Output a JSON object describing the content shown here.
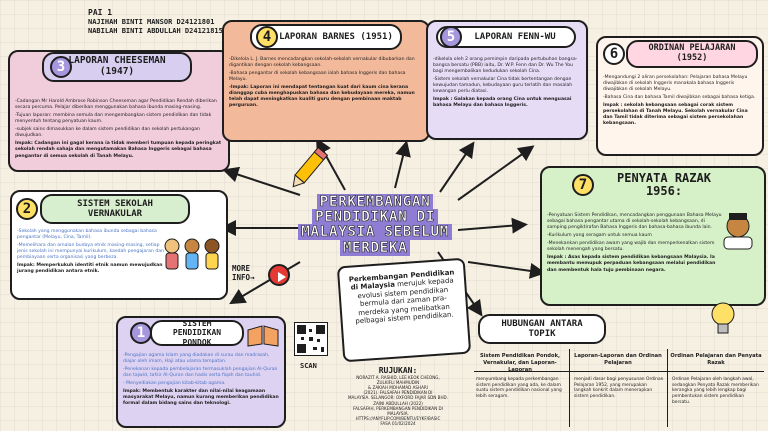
{
  "header": {
    "class": "PAI 1",
    "author1": "NAJIHAH BINTI MANSOR D24121801",
    "author2": "NABILAH BINTI ABDULLAH D24121815"
  },
  "center": {
    "title": "PERKEMBANGAN PENDIDIKAN DI MALAYSIA SEBELUM MERDEKA",
    "intro_bold": "Perkembangan Pendidikan di Malaysia",
    "intro_rest": "merujuk kepada evolusi sistem pendidikan bermula dari zaman pra-merdeka yang melibatkan pelbagai sistem pendidikan."
  },
  "more_info": {
    "line1": "MORE",
    "line2": "INFO→"
  },
  "scan": {
    "label": "SCAN"
  },
  "topics": [
    {
      "num": "1",
      "title": "SISTEM PENDIDIKAN PONDOK",
      "body": [
        "-Pengajian agama Islam yang diadakan di surau dan madrasah, diajar oleh imam, Haji atau ulama tempatan.",
        "-Penekanan kepada pembelajaran termasuklah pengajian Al-Quran dan tajwid, tafsir Al-Quran dan hadis serta fiqah dan tauhid.",
        "- Menyediakan pengajian kitab-kitab agama."
      ],
      "impact": "Impak: Membentuk karakter dan nilai-nilai keagamaan masyarakat Melayu, namun kurang memberikan pendidikan formal dalam bidang sains dan teknologi."
    },
    {
      "num": "2",
      "title": "SISTEM SEKOLAH VERNAKULAR",
      "body": [
        "-Sekolah yang menggunakan bahasa ibunda sebagai bahasa pengantar (Melayu, Cina, Tamil).",
        "-Memelihara dan amalan budaya etnik masing-masing, setiap jenis sekolah ini mempunyai kurikulum, kaedah pengajaran dan pembiayaan serta organisasi yang berbeza."
      ],
      "impact": "Impak: Memperkukuh identiti etnik namun mewujudkan jurang pendidikan antara etnik."
    },
    {
      "num": "3",
      "title": "LAPORAN CHEESEMAN (1947)",
      "body": [
        "-Cadangan Mr Harold Ambrose Robinson Cheeseman agar Pendidikan Rendah diberikan secara percuma. Pelajar diberikan menggunakan bahasa ibunda masing-masing.",
        "-Tujuan laporan: membina semula dan mengembangkan sistem pendidikan dan tidak menyentuh tentang penyatuan kaum.",
        "-subjek sains dimasukkan ke dalam sistem pendidikan dan sekolah pertukangan diwujudkan."
      ],
      "impact": "Impak: Cadangan ini gagal kerana ia tidak memberi tumpuan kepada peringkat sekolah rendah sahaja dan mengutamakan Bahasa Inggeris sebagai bahasa pengantar di semua sekolah di Tanah Melayu."
    },
    {
      "num": "4",
      "title": "LAPORAN BARNES (1951)",
      "body": [
        "-Dikelola L. J. Barnes mencadangkan sekolah-sekolah vernakular dibubarkan dan digantikan dengan sekolah kebangsaan.",
        "-Bahasa pengantar di sekolah kebangsaan ialah bahasa Inggeris dan bahasa Melayu."
      ],
      "impact": "-Impak: Laporan ini mendapat tentangan kuat dari kaum cina kerana dianggap cuba menghapuskan bahasa dan kebudayaan mereka, namun telah dapat meningkatkan kualiti guru dengan pembinaan maktab perguruan."
    },
    {
      "num": "5",
      "title": "LAPORAN FENN-WU",
      "body": [
        "-dikelola oleh 2 orang pemimpin daripada pertubuhan bangsa-bangsa bersatu (PBB) iaitu, Dr. W.P. Fenn dan Dr. Wu The You bagi mengembalikan kedudukan sekolah Cina.",
        "-Sistem sekolah vernakular Cina tidak bertentangan dengan kewujudan tamadun, kebudayaan guru terlatih dan masalah kewangan perlu diatasi."
      ],
      "impact": "Impak : Galakan kepada orang Cina untuk menguasai bahasa Melayu dan bahasa Inggeris."
    },
    {
      "num": "6",
      "title": "ORDINAN PELAJARAN (1952)",
      "body": [
        "-Mengandungi 2 aliran persekolahan: Pelajaran bahasa Melayu diwajibkan di sekolah Inggeris manakala bahasa Inggeris diwajibkan di sekolah Melayu.",
        "-Bahasa Cina dan bahasa Tamil diwajibkan sebagai bahasa ketiga."
      ],
      "impact": "Impak : sekolah kebangsaan sebagai corak sistem persekolahan di Tanah Melayu. Sekolah vernakular Cina dan Tamil tidak diterima sebagai sistem persekolahan kebangsaan."
    },
    {
      "num": "7",
      "title": "PENYATA RAZAK 1956:",
      "body": [
        "-Penyatuan Sistem Pendidikan, mencadangkan penggunaan Bahasa Melayu sebagai bahasa pengantar utama di sekolah-sekolah kebangsaan, di samping pengiktirafan Bahasa Inggeris dan bahasa-bahasa ibunda lain.",
        "-Kurikulum yang seragam untuk semua kaum",
        "-Menekankan pendidikan awam yang wajib dan memperkenalkan sistem sekolah menengah yang bersatu."
      ],
      "impact": "Impak : Asas kepada sistem pendidikan kebangsaan Malaysia. Ia membantu memupuk perpaduan kebangsaan melalui pendidikan dan membentuk hala tuju pembinaan negara."
    }
  ],
  "comparison": {
    "title": "HUBUNGAN ANTARA TOPIK",
    "headers": [
      "Sistem Pendidikan Pondok, Vernakular, dan Laporan-Laporan",
      "Laporan-Laporan dan Ordinan Pelajaran",
      "Ordinan Pelajaran dan Penyata Razak"
    ],
    "cells": [
      "menyumbang kepada perkembangan sistem pendidikan yang ada, ke dalam suatu sistem pendidikan nasional yang lebih seragam.",
      "menjadi dasar bagi penyusunan Ordinan Pelajaran 1952, yang merupakan langkah konkrit dalam menerapkan sistem pendidikan.",
      "Ordinan Pelajaran oleh langkah awal, sedangkan Penyata Razak memberikan kerangka yang lebih lengkap bagi pembentukan sistem pendidikan bersatu."
    ]
  },
  "references": {
    "heading": "RUJUKAN:",
    "lines": [
      "NORAZIT A. RASHID, LEE KEOK CHEONG,",
      "ZULKIFLI MAHMUDIN",
      "& ZAKIAH MOHAMAD ASHARI",
      "(2021). FALSAFAH PENDIDIKAN DI",
      "MALAYSIA. SELANGOR: OXFORD FAJAR SDN BHD.",
      "ZAINI ABDULLAH (2022)",
      "FALSAFAH, PERKEMBANGAN PENDIDIKAN DI",
      "MALAYSIA.",
      "HTTPS://ANYFLIP.COM/BENTU/EYKF/BASIC",
      "FASA 01/02/2024"
    ]
  },
  "colors": {
    "background": "#f6f0e3",
    "purple": "#8e7dd2",
    "peach": "#f2b89a",
    "lavender": "#ddd2f2",
    "pink": "#f3c9dc",
    "mint": "#d8efcf",
    "yellow": "#ffe066",
    "green": "#5fb553"
  }
}
